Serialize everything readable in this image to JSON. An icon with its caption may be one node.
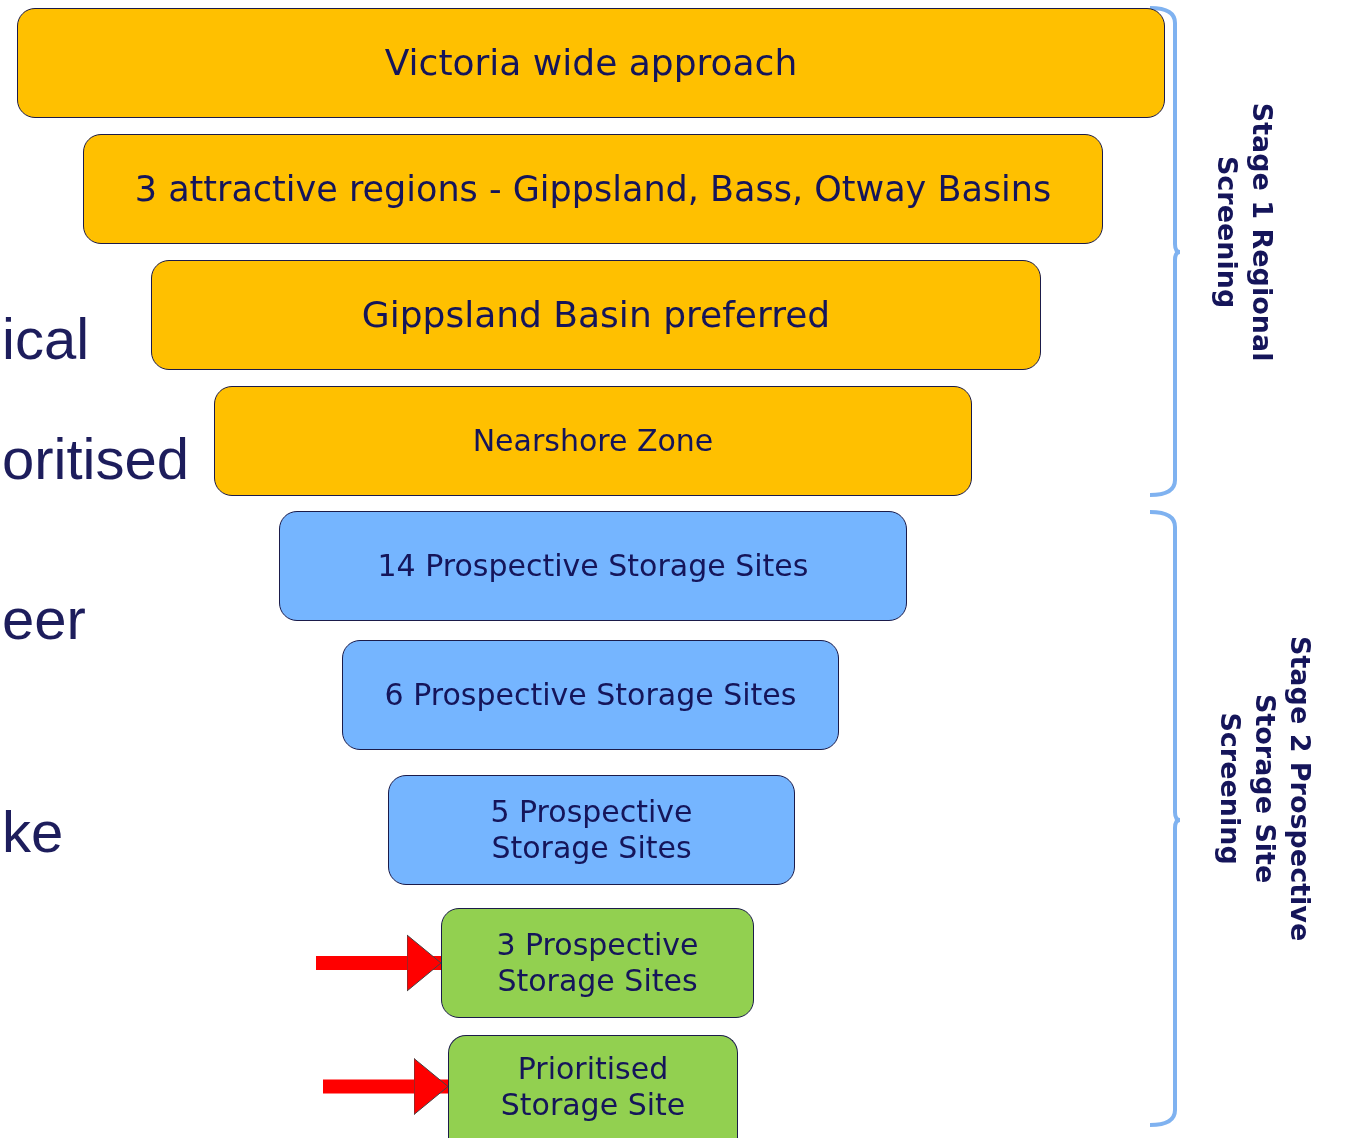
{
  "diagram": {
    "nodes": [
      {
        "text": [
          "Victoria wide approach"
        ]
      },
      {
        "text": [
          "3 attractive regions - Gippsland, Bass, Otway Basins"
        ]
      },
      {
        "text": [
          "Gippsland Basin preferred"
        ]
      },
      {
        "text": [
          "Nearshore Zone"
        ]
      },
      {
        "text": [
          "14 Prospective Storage Sites"
        ]
      },
      {
        "text": [
          "6 Prospective Storage Sites"
        ]
      },
      {
        "text": [
          "5 Prospective Storage Sites"
        ]
      },
      {
        "text": [
          "3 Prospective Storage Sites"
        ]
      },
      {
        "text": [
          "Prioritised Storage Site"
        ]
      }
    ],
    "edges": [
      {
        "from": null,
        "to": 7,
        "arrow": "to",
        "color": "#ff0000"
      },
      {
        "from": null,
        "to": 8,
        "arrow": "to",
        "color": "#ff0000"
      }
    ],
    "labels": [
      "Stage 1 Regional Screening",
      "ical",
      "oritised",
      "eer",
      "ke",
      "Stage 2 Prospective Storage Site Screening"
    ]
  }
}
